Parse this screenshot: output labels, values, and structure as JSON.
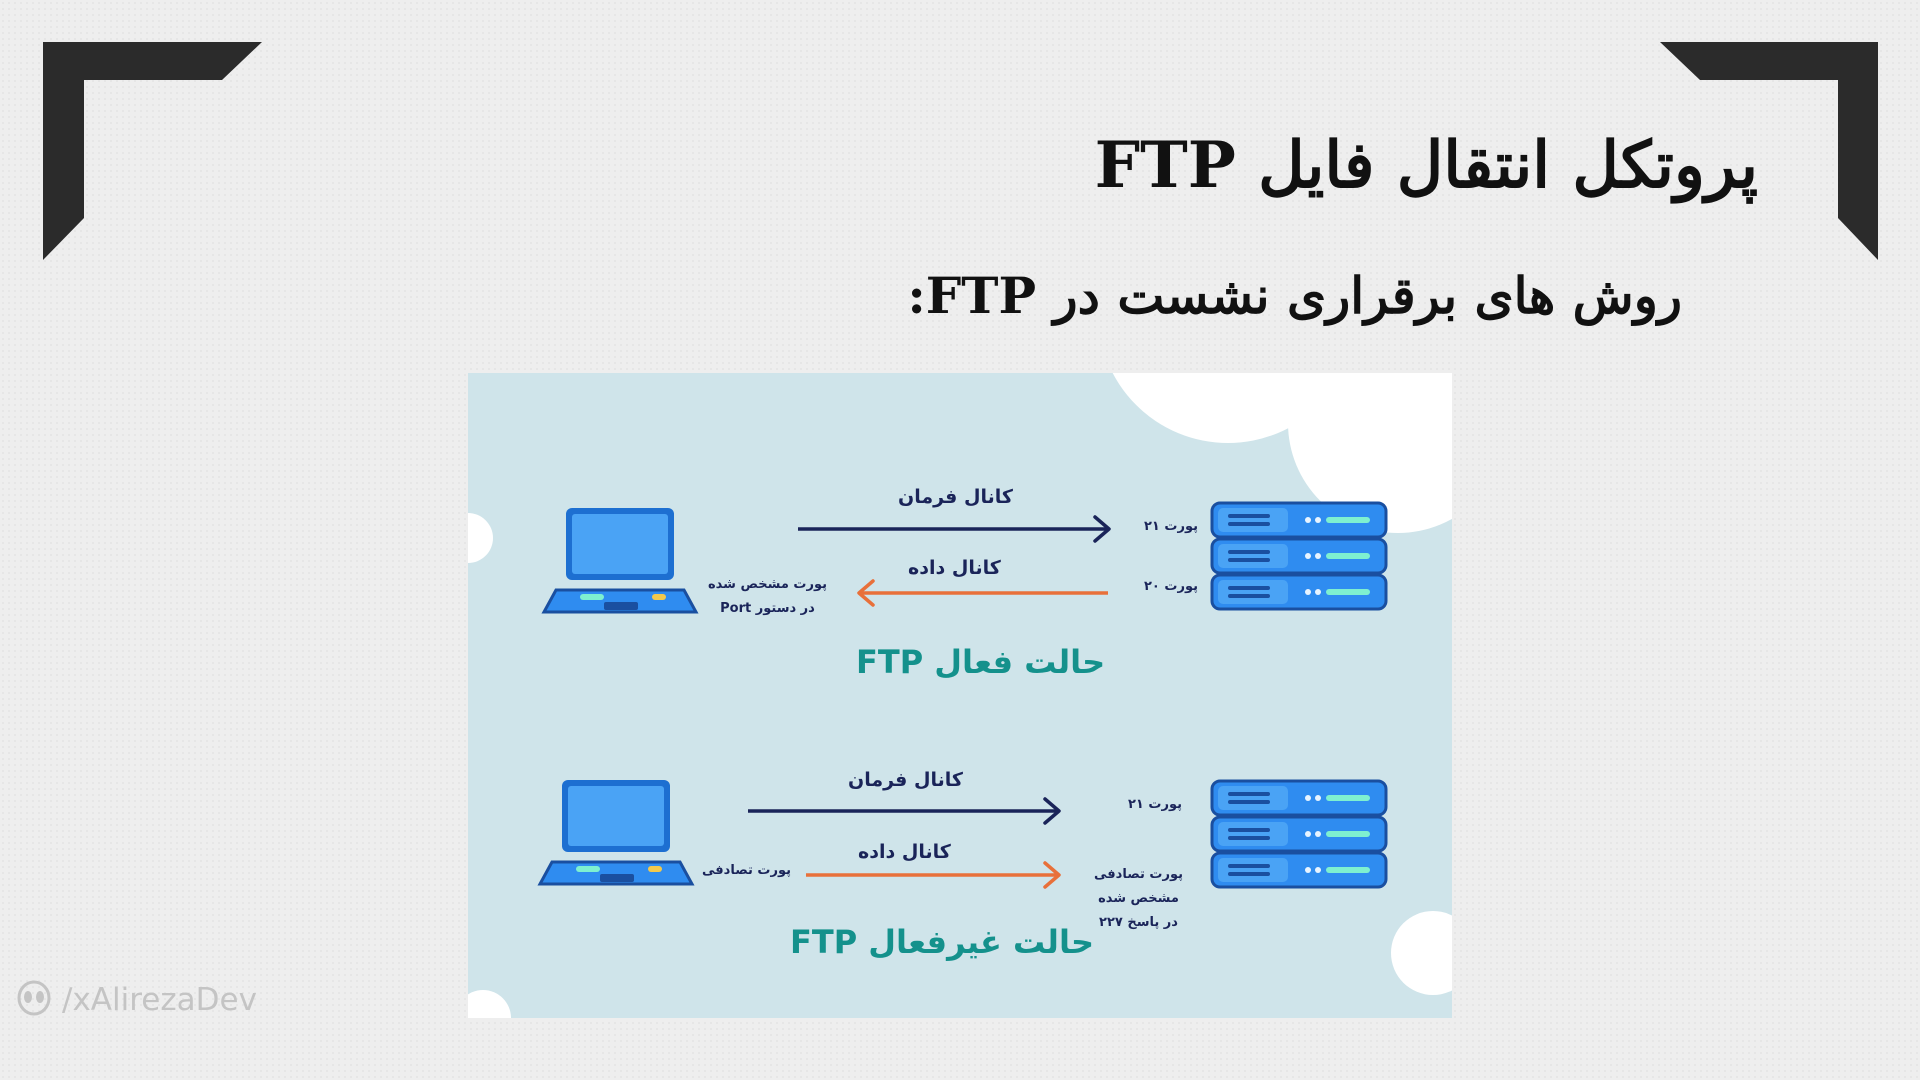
{
  "slide": {
    "title": "پروتکل انتقال فایل FTP",
    "subtitle": "روش های برقراری نشست در FTP:",
    "watermark": "/xAlirezaDev"
  },
  "diagram": {
    "colors": {
      "background": "#cfe4ea",
      "command_arrow": "#1a2459",
      "data_arrow": "#e8703a",
      "device": "#2f8cf0",
      "mode_label": "#14918c"
    },
    "active": {
      "command_channel": "کانال فرمان",
      "data_channel": "کانال داده",
      "server_port_command": "پورت ۲۱",
      "server_port_data": "پورت ۲۰",
      "client_port_line1": "پورت مشخص شده",
      "client_port_line2": "در دستور Port",
      "mode_label": "حالت فعال FTP"
    },
    "passive": {
      "command_channel": "کانال فرمان",
      "data_channel": "کانال داده",
      "server_port_command": "پورت ۲۱",
      "client_port": "پورت تصادفی",
      "server_port_line1": "پورت تصادفی",
      "server_port_line2": "مشخص شده",
      "server_port_line3": "در پاسخ ۲۲۷",
      "mode_label": "حالت غیرفعال FTP"
    }
  }
}
